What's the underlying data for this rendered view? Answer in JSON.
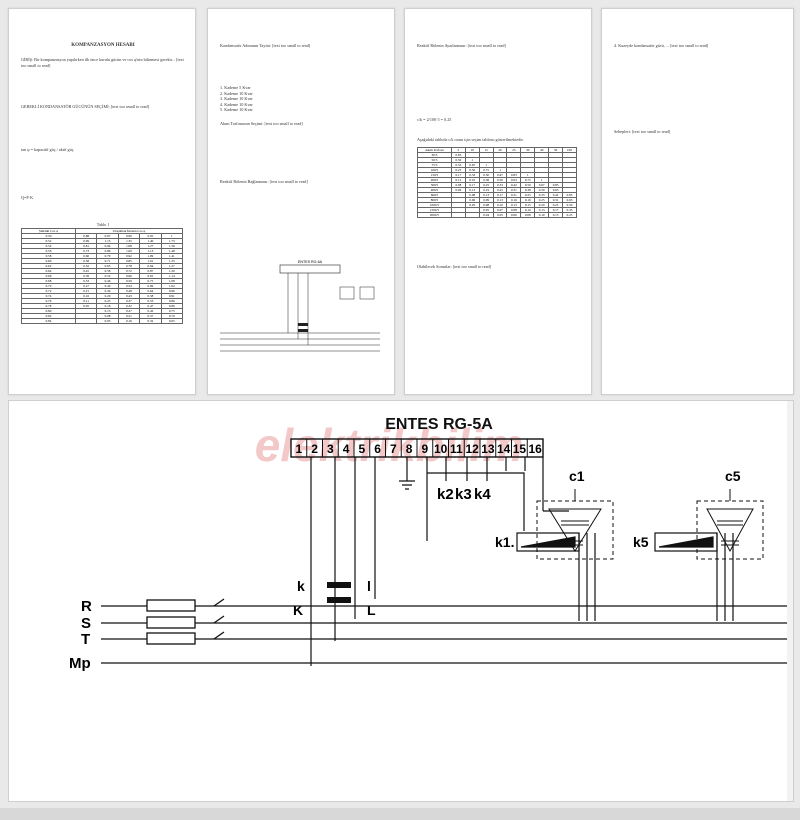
{
  "page1": {
    "title": "KOMPANZASYON HESABI",
    "para1": "GİRİŞ: Bir kompanzasyon yapılırken ilk önce kurulu gücün ve cos φ'nin bilinmesi gerekir... [text too small to read]",
    "para2": "GEREKLİ KONDANSATÖR GÜCÜNÜN SEÇİMİ: [text too small to read]",
    "formula1": "tan φ = kapasitif güç / aktif güç",
    "formula2": "Q=P·K",
    "table_caption": "Tablo 1",
    "table_header": [
      "Şimdiki Cos φ",
      "Ulaşılmak İstenen Cos φ"
    ],
    "table_rows": [
      [
        "0.50",
        "0.88",
        "0.97",
        "0.90",
        "0.95",
        "1"
      ],
      [
        "0.52",
        "0.99",
        "1.13",
        "1.35",
        "1.40",
        "1.73"
      ],
      [
        "0.54",
        "0.81",
        "0.94",
        "1.08",
        "1.27",
        "1.56"
      ],
      [
        "0.56",
        "0.73",
        "0.86",
        "1.00",
        "1.13",
        "1.48"
      ],
      [
        "0.58",
        "0.66",
        "0.79",
        "0.92",
        "1.09",
        "1.41"
      ],
      [
        "0.60",
        "0.58",
        "0.71",
        "0.85",
        "1.01",
        "1.33"
      ],
      [
        "0.62",
        "0.52",
        "0.65",
        "0.78",
        "0.94",
        "1.27"
      ],
      [
        "0.64",
        "0.45",
        "0.58",
        "0.72",
        "0.87",
        "1.20"
      ],
      [
        "0.66",
        "0.39",
        "0.52",
        "0.66",
        "0.81",
        "1.14"
      ],
      [
        "0.68",
        "0.33",
        "0.46",
        "0.59",
        "0.75",
        "1.08"
      ],
      [
        "0.70",
        "0.27",
        "0.40",
        "0.54",
        "0.69",
        "1.02"
      ],
      [
        "0.72",
        "0.21",
        "0.34",
        "0.48",
        "0.64",
        "0.96"
      ],
      [
        "0.74",
        "0.16",
        "0.29",
        "0.43",
        "0.58",
        "0.91"
      ],
      [
        "0.76",
        "0.11",
        "0.23",
        "0.37",
        "0.53",
        "0.86"
      ],
      [
        "0.78",
        "0.05",
        "0.18",
        "0.32",
        "0.47",
        "0.80"
      ],
      [
        "0.80",
        "",
        "0.13",
        "0.27",
        "0.42",
        "0.75"
      ],
      [
        "0.82",
        "",
        "0.08",
        "0.21",
        "0.37",
        "0.70"
      ],
      [
        "0.84",
        "",
        "0.03",
        "0.16",
        "0.32",
        "0.65"
      ]
    ]
  },
  "page2": {
    "para1": "Kondansatör Adımının Tayini: [text too small to read]",
    "list": [
      "1. Kademe 5 Kvar",
      "2. Kademe 10 Kvar",
      "3. Kademe 10 Kvar",
      "4. Kademe 10 Kvar",
      "5. Kademe 10 Kvar"
    ],
    "para2": "Akım Trafosunun Seçimi: [text too small to read]",
    "para3": "Reaktif Rölenin Bağlanması: [text too small to read]",
    "mini_diagram_title": "ENTES RG-6A"
  },
  "page3": {
    "para1": "Reaktif Rölenin Ayarlanması: [text too small to read]",
    "formula": "c/k = 2/100·5 = 0.25",
    "para2": "Aşağıdaki tabloda c/k oranı için seçim tablosu gösterilmektedir.",
    "table_header": [
      "Akım Trafosu",
      "5",
      "10",
      "15",
      "20",
      "25",
      "30",
      "40",
      "50",
      "100"
    ],
    "table_rows": [
      [
        "30/5",
        "0.83",
        "",
        "",
        "",
        "",
        "",
        "",
        "",
        ""
      ],
      [
        "50/5",
        "0.50",
        "1",
        "",
        "",
        "",
        "",
        "",
        "",
        ""
      ],
      [
        "75/5",
        "0.33",
        "0.67",
        "1",
        "",
        "",
        "",
        "",
        "",
        ""
      ],
      [
        "100/5",
        "0.25",
        "0.50",
        "0.75",
        "1",
        "",
        "",
        "",
        "",
        ""
      ],
      [
        "150/5",
        "0.17",
        "0.33",
        "0.50",
        "0.67",
        "0.83",
        "1",
        "",
        "",
        ""
      ],
      [
        "200/5",
        "0.13",
        "0.25",
        "0.38",
        "0.50",
        "0.63",
        "0.75",
        "1",
        "",
        ""
      ],
      [
        "300/5",
        "0.08",
        "0.17",
        "0.25",
        "0.33",
        "0.42",
        "0.50",
        "0.67",
        "0.83",
        ""
      ],
      [
        "400/5",
        "0.06",
        "0.13",
        "0.19",
        "0.25",
        "0.31",
        "0.38",
        "0.50",
        "0.63",
        ""
      ],
      [
        "600/5",
        "",
        "0.08",
        "0.13",
        "0.17",
        "0.21",
        "0.25",
        "0.33",
        "0.42",
        "0.83"
      ],
      [
        "800/5",
        "",
        "0.06",
        "0.09",
        "0.13",
        "0.16",
        "0.19",
        "0.25",
        "0.31",
        "0.63"
      ],
      [
        "1000/5",
        "",
        "0.05",
        "0.08",
        "0.10",
        "0.13",
        "0.15",
        "0.20",
        "0.25",
        "0.50"
      ],
      [
        "1500/5",
        "",
        "",
        "0.05",
        "0.07",
        "0.08",
        "0.10",
        "0.13",
        "0.17",
        "0.33"
      ],
      [
        "2000/5",
        "",
        "",
        "0.04",
        "0.05",
        "0.06",
        "0.08",
        "0.10",
        "0.13",
        "0.25"
      ]
    ],
    "para3": "Olabilecek Sorunlar: [text too small to read]"
  },
  "page4": {
    "para1": "4. Kuzeyde kondansatör gücü, ... [text too small to read]",
    "para2": "Sebepleri: [text too small to read]"
  },
  "diagram": {
    "watermark": "elektrikbilim",
    "device_title": "ENTES RG-5A",
    "terminals": [
      "1",
      "2",
      "3",
      "4",
      "5",
      "6",
      "7",
      "8",
      "9",
      "10",
      "11",
      "12",
      "13",
      "14",
      "15",
      "16"
    ],
    "step_labels": [
      "k2",
      "k3",
      "k4"
    ],
    "cap_labels": [
      "c1",
      "c5"
    ],
    "contactor_labels": [
      "k1.",
      "k5"
    ],
    "ct_labels": [
      "k",
      "l",
      "K",
      "L"
    ],
    "line_labels": [
      "R",
      "S",
      "T",
      "Mp"
    ]
  },
  "colors": {
    "bg": "#e9e9e9",
    "ink": "#111111",
    "watermark": "#f2c8c8"
  }
}
